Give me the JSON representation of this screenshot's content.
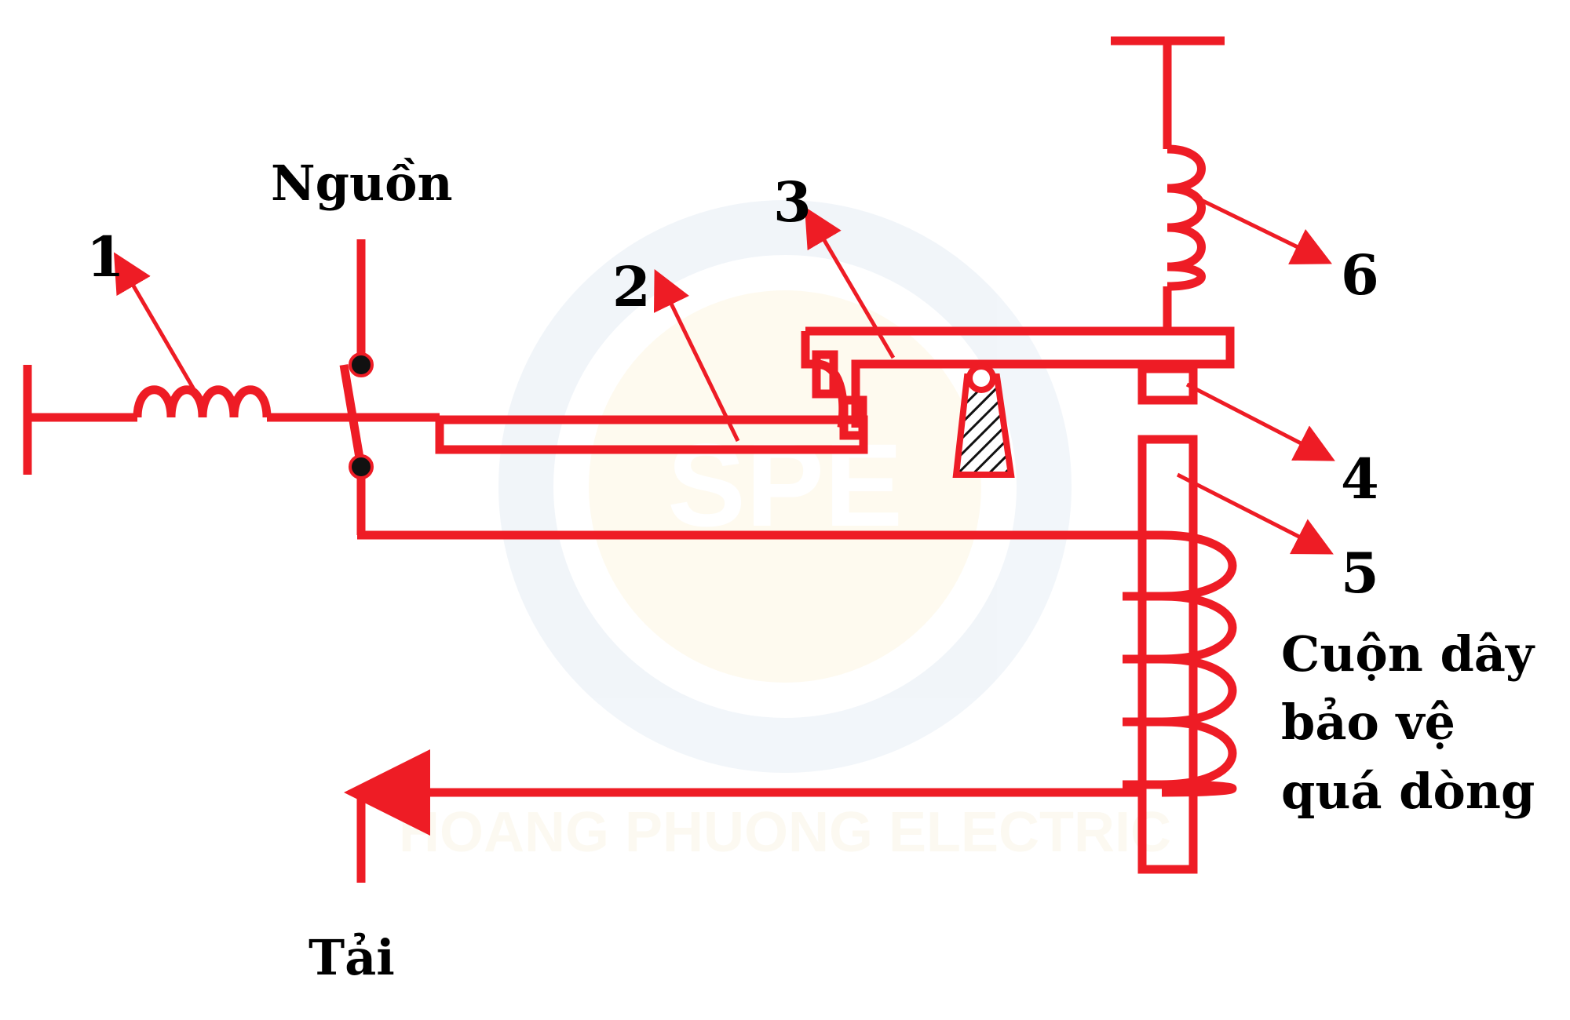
{
  "colors": {
    "circuit": "#ee1c25",
    "text": "#000000",
    "hatch": "#111111"
  },
  "labels": {
    "power": "Nguồn",
    "load": "Tải",
    "coil_caption": [
      "Cuộn dây",
      "bảo vệ",
      "quá dòng"
    ],
    "n1": "1",
    "n2": "2",
    "n3": "3",
    "n4": "4",
    "n5": "5",
    "n6": "6"
  },
  "watermark": {
    "logo": "SPE",
    "text": "HOANG PHUONG ELECTRIC"
  }
}
